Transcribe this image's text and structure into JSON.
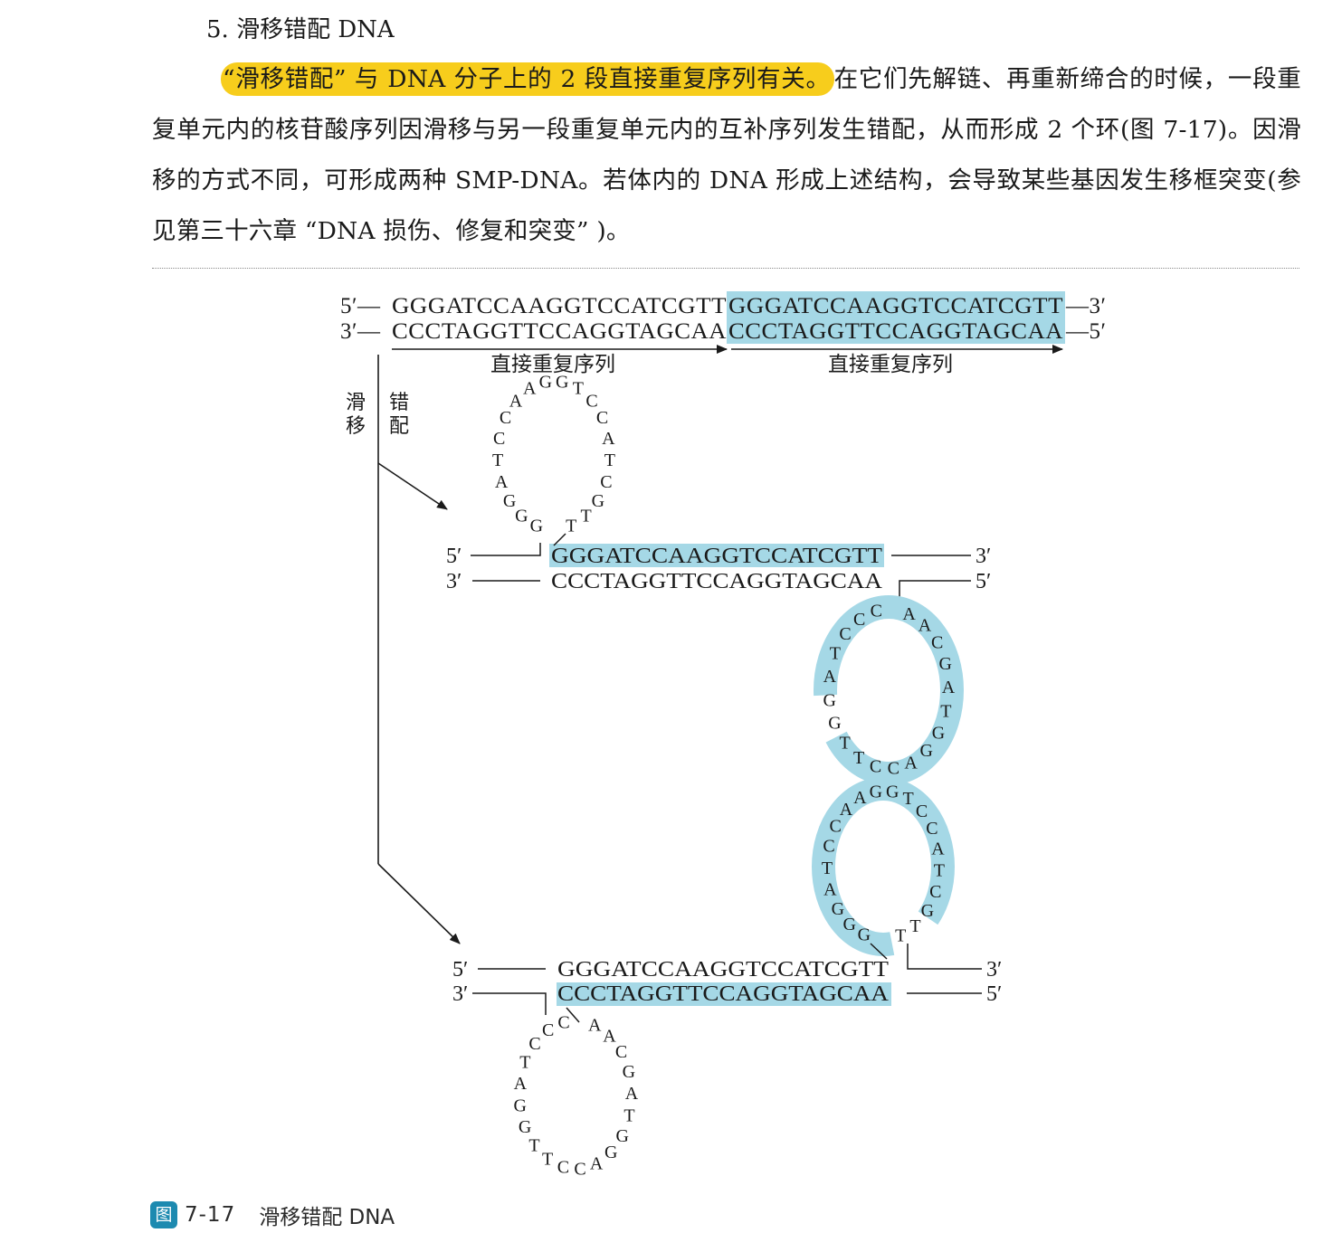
{
  "section": {
    "title": "5. 滑移错配 DNA"
  },
  "paragraph": {
    "highlight": "“滑移错配” 与 DNA 分子上的 2 段直接重复序列有关。",
    "rest": "在它们先解链、再重新缔合的时候，一段重复单元内的核苷酸序列因滑移与另一段重复单元内的互补序列发生错配，从而形成 2 个环(图 7-17)。因滑移的方式不同，可形成两种 SMP-DNA。若体内的 DNA 形成上述结构，会导致某些基因发生移框突变(参见第三十六章 “DNA 损伤、修复和突变” )。"
  },
  "figure": {
    "top": {
      "strand1_5": "5′—",
      "strand1_a": "GGGATCCAAGGTCCATCGTT",
      "strand1_b": "GGGATCCAAGGTCCATCGTT",
      "strand1_3": "—3′",
      "strand2_3": "3′—",
      "strand2_a": "CCCTAGGTTCCAGGTAGCAA",
      "strand2_b": "CCCTAGGTTCCAGGTAGCAA",
      "strand2_5": "—5′",
      "repeat_label_1": "直接重复序列",
      "repeat_label_2": "直接重复序列"
    },
    "branch": {
      "left": "滑移",
      "right": "错配"
    },
    "structure1": {
      "top_5": "5′",
      "top_seq": "GGGATCCAAGGTCCATCGTT",
      "top_3": "3′",
      "bot_3": "3′",
      "bot_seq": "CCCTAGGTTCCAGGTAGCAA",
      "bot_5": "5′",
      "loop_top": "GGGATCCAAGGTCCATCGTT",
      "loop_bottom": "AACGATGGACCTTGGATCCC"
    },
    "structure2": {
      "top_5": "5′",
      "top_seq": "GGGATCCAAGGTCCATCGTT",
      "top_3": "3′",
      "bot_3": "3′",
      "bot_seq": "CCCTAGGTTCCAGGTAGCAA",
      "bot_5": "5′",
      "loop_top": "GGGATCCAAGGTCCATCGTT",
      "loop_bottom": "AACGATGGACCTTGGATCCC"
    },
    "highlight_color": "#a5d8e6"
  },
  "caption": {
    "badge": "图",
    "number": "7-17",
    "text": "滑移错配 DNA"
  }
}
